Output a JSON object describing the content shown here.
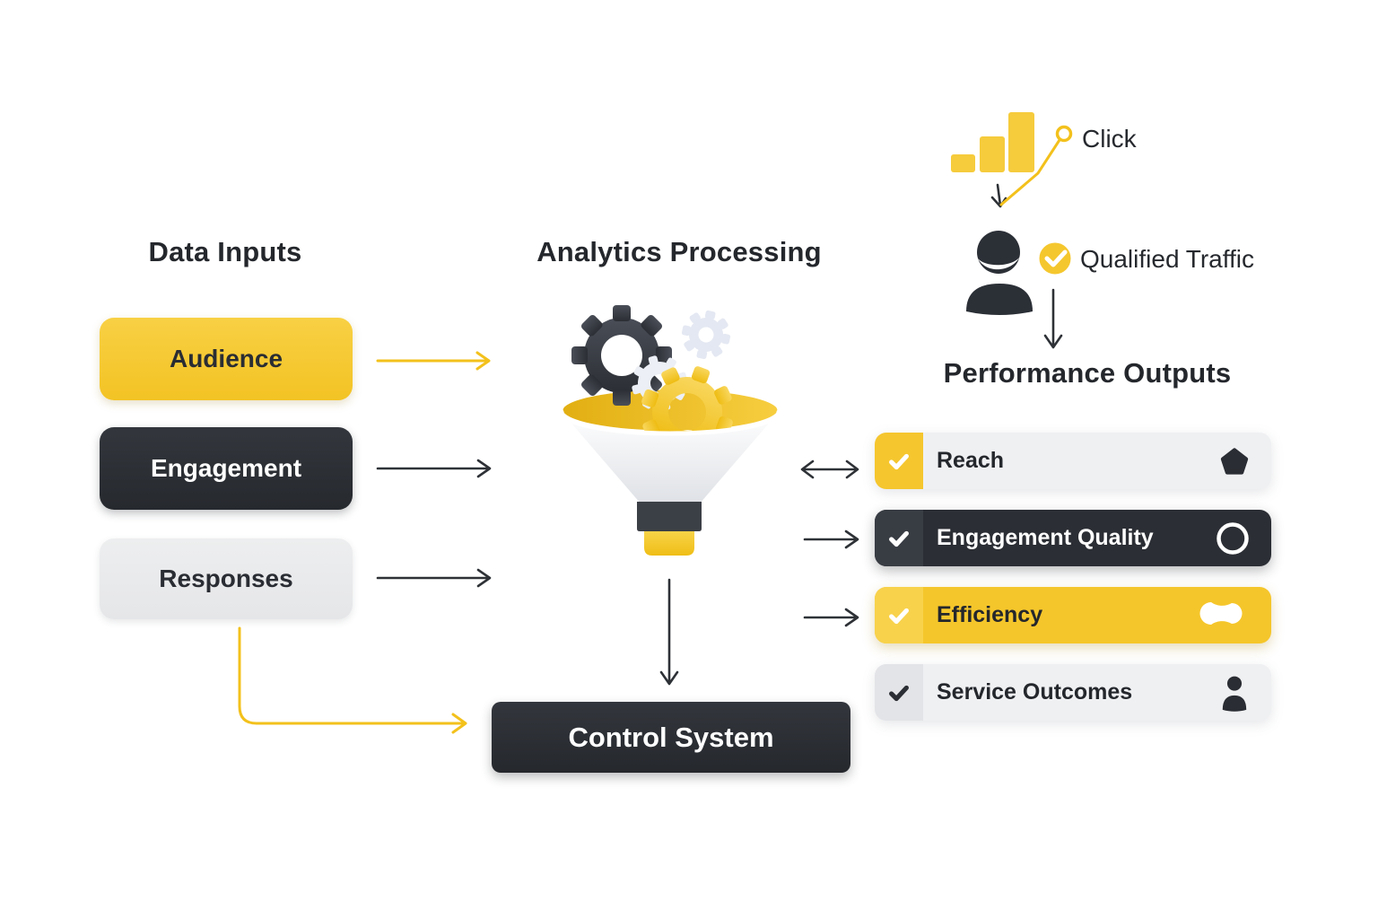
{
  "inputs": {
    "title": "Data Inputs",
    "items": [
      {
        "label": "Audience"
      },
      {
        "label": "Engagement"
      },
      {
        "label": "Responses"
      }
    ]
  },
  "processing": {
    "title": "Analytics Processing",
    "control_label": "Control System"
  },
  "outputs": {
    "title": "Performance Outputs",
    "rows": [
      {
        "label": "Reach",
        "icon": "pentagon-icon"
      },
      {
        "label": "Engagement Quality",
        "icon": "circle-outline-icon"
      },
      {
        "label": "Efficiency",
        "icon": "bone-icon"
      },
      {
        "label": "Service Outcomes",
        "icon": "user-icon"
      }
    ]
  },
  "annotations": {
    "click_label": "Click",
    "qualified_traffic_label": "Qualified Traffic"
  },
  "colors": {
    "yellow": "#F5C62E",
    "yellow_deep": "#EFBE1C",
    "dark": "#2B2E34",
    "text_dark": "#24272C",
    "light_gray": "#EFF0F2",
    "gear_light": "#E4E8F2",
    "white": "#FFFFFF"
  }
}
